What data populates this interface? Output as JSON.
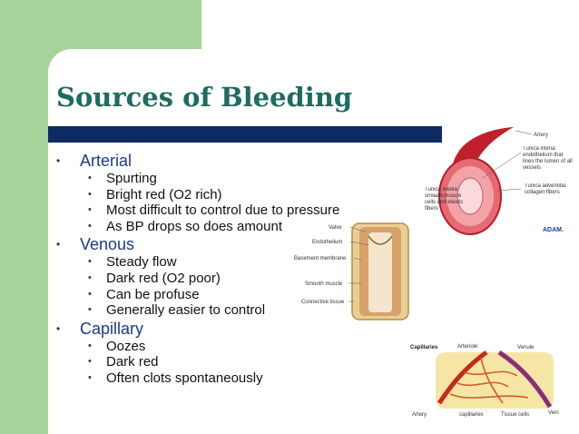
{
  "slide": {
    "title": "Sources of Bleeding",
    "bullet_char": "•",
    "sub_bullet_char": "•",
    "sections": [
      {
        "label": "Arterial",
        "items": [
          "Spurting",
          "Bright red (O2 rich)",
          "Most difficult to control due to pressure",
          "As BP drops so does amount"
        ]
      },
      {
        "label": "Venous",
        "items": [
          "Steady flow",
          "Dark red (O2 poor)",
          "Can be profuse",
          "Generally easier to control"
        ]
      },
      {
        "label": "Capillary",
        "items": [
          "Oozes",
          "Dark red",
          "Often clots spontaneously"
        ]
      }
    ]
  },
  "artery_figure": {
    "artery": "Artery",
    "tunica_intima": "Tunica intima: endothelium that lines the lumen of all vessels",
    "tunica_media": "Tunica media: smooth muscle cells and elastic fibers",
    "tunica_adventitia": "Tunica adventitia: collagen fibers",
    "credit": "ADAM."
  },
  "vein_figure": {
    "valve": "Valve",
    "endothelium": "Endothelium",
    "basement_membrane": "Basement membrane",
    "smooth_muscle": "Smooth muscle",
    "connective_tissue": "Connective tissue"
  },
  "capillary_figure": {
    "capillaries": "Capillaries",
    "arteriole": "Arteriole",
    "venule": "Venule",
    "artery": "Artery",
    "capillaries_lower": "capillaries",
    "tissue_cells": "Tissue cells",
    "vein": "Vein"
  },
  "colors": {
    "green": "#a7d49b",
    "title": "#1e6b60",
    "bar": "#0d2a63",
    "level1": "#1a3a8c"
  }
}
